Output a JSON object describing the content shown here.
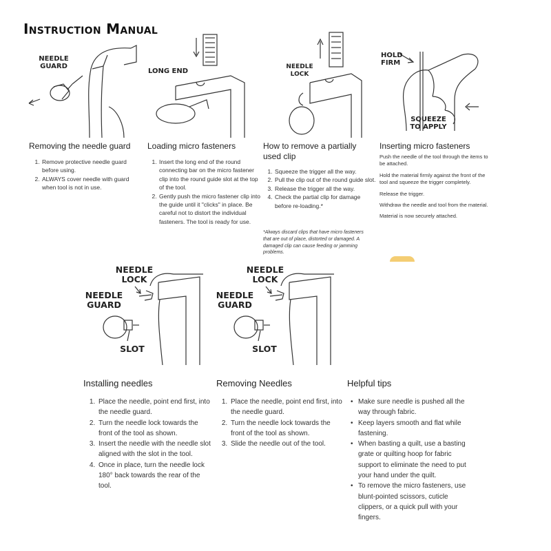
{
  "title": "Instruction Manual",
  "panels": {
    "removing_guard": {
      "label_needle_guard": "NEEDLE GUARD",
      "heading": "Removing the needle guard",
      "steps": [
        "Remove protective needle guard before using.",
        "ALWAYS cover needle with guard when tool is not in use."
      ]
    },
    "loading": {
      "label_long_end": "LONG END",
      "heading": "Loading micro fasteners",
      "steps": [
        "Insert the long end of the round connecting bar on the micro fastener clip into the round guide slot at the top of the tool.",
        "Gently push the micro fastener clip into the guide until it \"clicks\" in place. Be careful not to distort the individual fasteners. The tool is ready for use."
      ]
    },
    "partial_clip": {
      "label_needle_lock": "NEEDLE LOCK",
      "heading": "How to remove a partially used clip",
      "steps": [
        "Squeeze the trigger all the way.",
        "Pull the clip out of the round guide slot.",
        "Release the trigger all the way.",
        "Check the partial clip for damage before re-loading.*"
      ],
      "note": "*Always discard clips that have micro fasteners that are out of place, distorted or damaged. A damaged clip can cause feeding or jamming problems."
    },
    "inserting": {
      "label_hold_firm": "HOLD FIRM",
      "label_squeeze": "SQUEEZE TO APPLY",
      "heading": "Inserting micro fasteners",
      "paragraphs": [
        "Push the needle of the tool through the items to be attached.",
        "Hold the material firmly against the front of the tool and squeeze the trigger completely.",
        "Release the trigger.",
        "Withdraw the needle and tool from the material.",
        "Material is now securely attached."
      ]
    }
  },
  "diagram_labels": {
    "needle_lock": "NEEDLE LOCK",
    "needle_guard": "NEEDLE GUARD",
    "slot": "SLOT"
  },
  "bottom": {
    "installing": {
      "heading": "Installing needles",
      "steps": [
        "Place the needle, point end first, into the needle guard.",
        "Turn the needle lock towards the front of the tool as shown.",
        "Insert the needle with the needle slot aligned with the slot in the tool.",
        "Once in place, turn the needle lock 180° back towards the rear of the tool."
      ]
    },
    "removing_needles": {
      "heading": "Removing Needles",
      "steps": [
        "Place the needle, point end first, into the needle guard.",
        "Turn the needle lock towards the front of the tool as shown.",
        "Slide the needle out of the tool."
      ]
    },
    "tips": {
      "heading": "Helpful tips",
      "items": [
        "Make sure needle is pushed all the way through fabric.",
        "Keep layers smooth and flat while fastening.",
        "When basting a quilt, use a basting grate or quilting hoop for fabric support to eliminate the need to put your hand under the quilt.",
        "To remove the micro fasteners, use blunt-pointed scissors, cuticle clippers, or a quick pull with your fingers."
      ]
    }
  }
}
